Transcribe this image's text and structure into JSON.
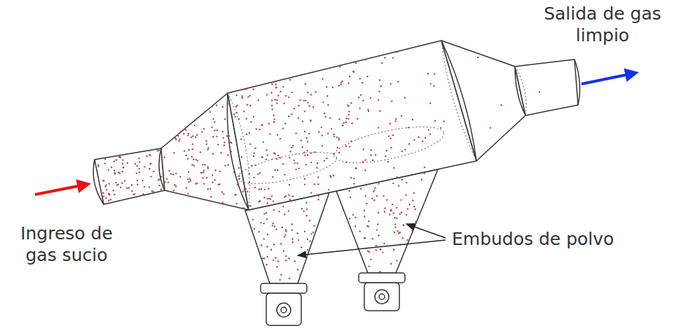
{
  "diagram": {
    "labels": [
      "Salida de gas limpio",
      "Ingreso de gas sucio",
      "Embudos de polvo"
    ]
  }
}
